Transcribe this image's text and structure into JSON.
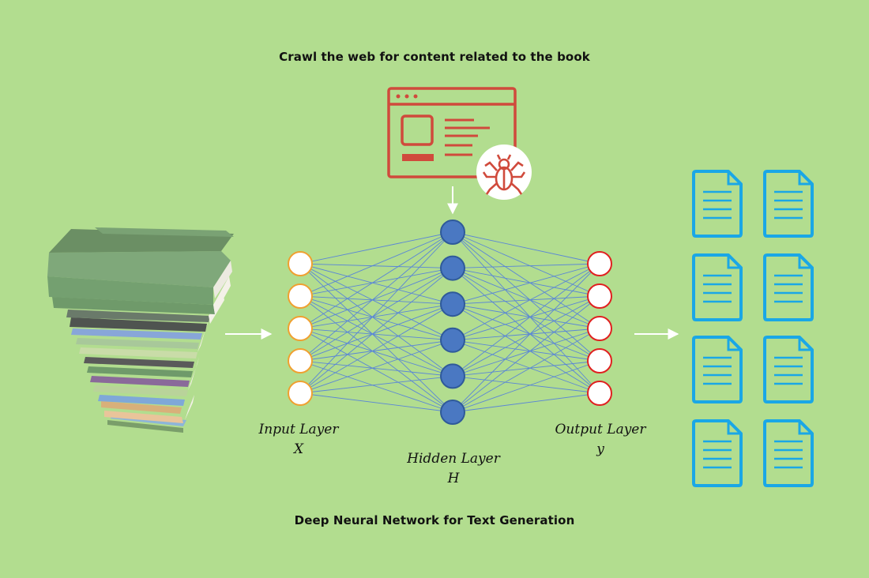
{
  "titles": {
    "top": "Crawl the web for content related to the book",
    "bottom": "Deep Neural Network for Text Generation"
  },
  "layers": {
    "input": {
      "name": "Input Layer",
      "symbol": "X",
      "nodes": 5
    },
    "hidden": {
      "name": "Hidden Layer",
      "symbol": "H",
      "nodes": 6
    },
    "output": {
      "name": "Output Layer",
      "symbol": "y",
      "nodes": 5
    }
  },
  "icons": {
    "source": "book-stack-icon",
    "crawler": "web-crawler-spider-icon",
    "outputs": "document-icon",
    "output_document_count": 8
  },
  "colors": {
    "background": "#b2dd8f",
    "input_node_border": "#f0a030",
    "hidden_node_fill": "#4a78c2",
    "output_node_border": "#e02020",
    "edge": "#5a86d6",
    "crawler": "#d04a3c",
    "document": "#1aa7e6"
  }
}
